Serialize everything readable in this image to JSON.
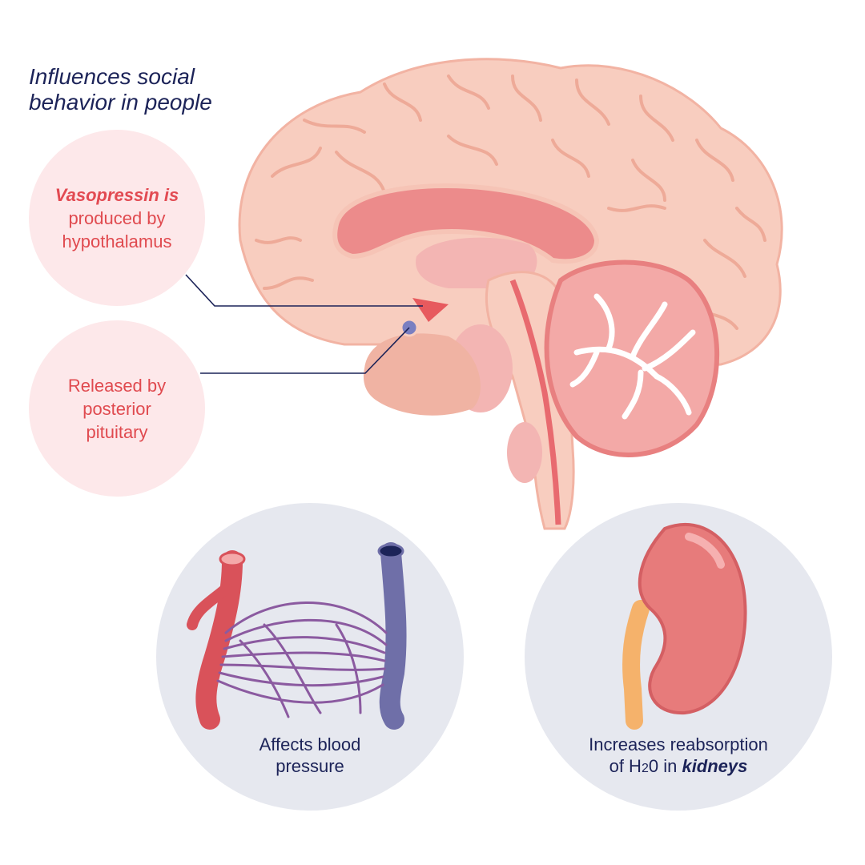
{
  "title": {
    "line1": "Influences social",
    "line2": "behavior in people"
  },
  "hypothalamus_label": {
    "strong": "Vasopressin is",
    "line2": "produced by",
    "line3": "hypothalamus"
  },
  "pituitary_label": {
    "line1": "Released by",
    "line2": "posterior",
    "line3": "pituitary"
  },
  "blood_label": {
    "line1": "Affects blood",
    "line2": "pressure"
  },
  "kidney_label": {
    "line1": "Increases reabsorption",
    "line2_prefix": "of H",
    "line2_sub": "2",
    "line2_mid": "0 in ",
    "line2_strong": "kidneys"
  },
  "colors": {
    "navy": "#1c2358",
    "red": "#e04a4f",
    "pink_bubble": "#fde8ea",
    "grey_bubble": "#e6e8ef",
    "brain": "#f7cbbd",
    "artery": "#d9525a",
    "vein": "#6f6fa8",
    "kidney": "#e77b7b"
  }
}
